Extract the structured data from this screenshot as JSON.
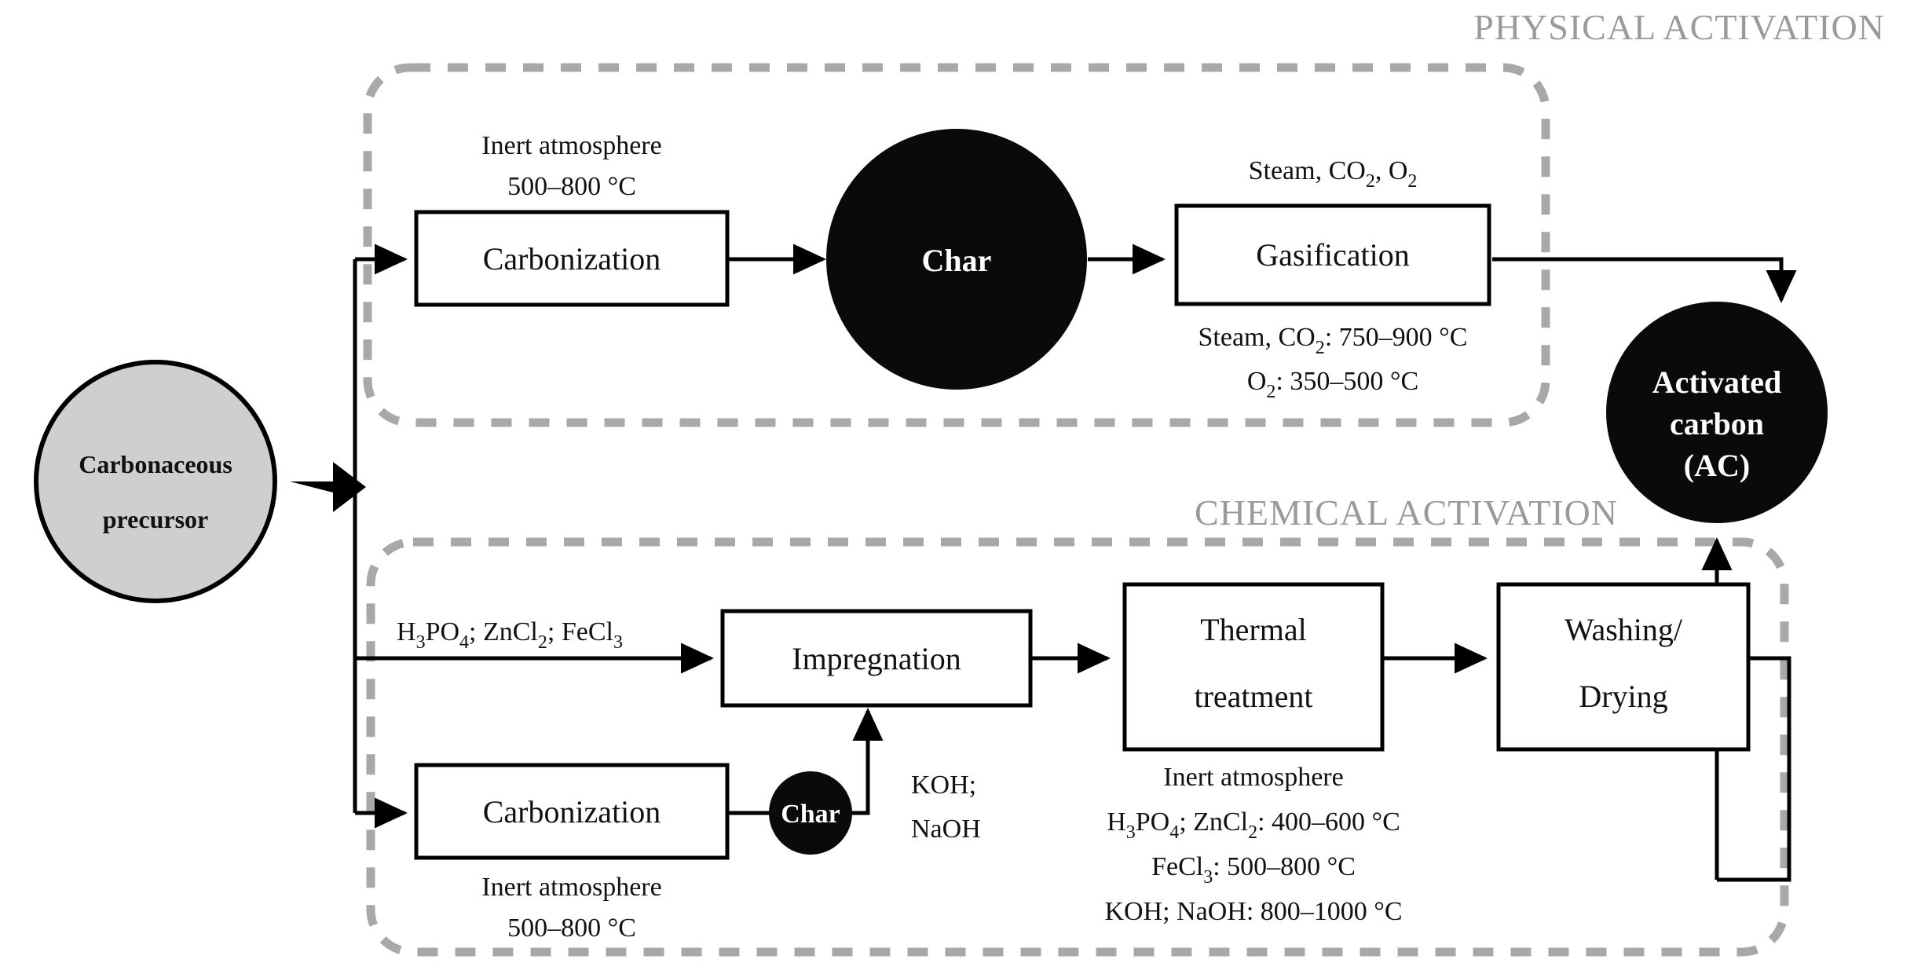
{
  "figure": {
    "kind": "process-flow-diagram",
    "title_physical": "PHYSICAL ACTIVATION",
    "title_chemical": "CHEMICAL ACTIVATION"
  },
  "colors": {
    "region_dash": "#a8a8a8",
    "precursor_fill": "#cfcfcf",
    "node_fill": "#0a0a0a",
    "line": "#000000",
    "title": "#9a9a9a"
  },
  "nodes": {
    "precursor": {
      "line1": "Carbonaceous",
      "line2": "precursor"
    },
    "carbonization_physical": {
      "label": "Carbonization"
    },
    "char_physical": {
      "label": "Char"
    },
    "gasification": {
      "label": "Gasification"
    },
    "carbonization_chemical": {
      "label": "Carbonization"
    },
    "char_chemical": {
      "label": "Char"
    },
    "impregnation": {
      "label": "Impregnation"
    },
    "thermal_treatment": {
      "line1": "Thermal",
      "line2": "treatment"
    },
    "washing_drying": {
      "line1": "Washing/",
      "line2": "Drying"
    },
    "activated_carbon": {
      "line1": "Activated",
      "line2": "carbon",
      "line3": "(AC)"
    }
  },
  "annotations": {
    "carbonization_physical_above": {
      "line1": "Inert atmosphere",
      "line2": "500–800 °C"
    },
    "gasification_above": {
      "parts": [
        {
          "t": "Steam, CO",
          "sub": false
        },
        {
          "t": "2",
          "sub": true
        },
        {
          "t": ", O",
          "sub": false
        },
        {
          "t": "2",
          "sub": true
        }
      ],
      "plain": "Steam, CO2, O2"
    },
    "gasification_below_line1": {
      "parts": [
        {
          "t": "Steam, CO",
          "sub": false
        },
        {
          "t": "2",
          "sub": true
        },
        {
          "t": ": 750–900 °C",
          "sub": false
        }
      ],
      "plain": "Steam, CO2: 750–900 °C"
    },
    "gasification_below_line2": {
      "parts": [
        {
          "t": "O",
          "sub": false
        },
        {
          "t": "2",
          "sub": true
        },
        {
          "t": ": 350–500 °C",
          "sub": false
        }
      ],
      "plain": "O2: 350–500 °C"
    },
    "impregnation_reagents": {
      "parts": [
        {
          "t": "H",
          "sub": false
        },
        {
          "t": "3",
          "sub": true
        },
        {
          "t": "PO",
          "sub": false
        },
        {
          "t": "4",
          "sub": true
        },
        {
          "t": "; ZnCl",
          "sub": false
        },
        {
          "t": "2",
          "sub": true
        },
        {
          "t": "; FeCl",
          "sub": false
        },
        {
          "t": "3",
          "sub": true
        }
      ],
      "plain": "H3PO4; ZnCl2; FeCl3"
    },
    "char_chemical_reagents": {
      "line1": "KOH;",
      "line2": "NaOH"
    },
    "carbonization_chemical_below": {
      "line1": "Inert atmosphere",
      "line2": "500–800 °C"
    },
    "thermal_treatment_below": {
      "line1": {
        "plain": "Inert atmosphere",
        "parts": [
          {
            "t": "Inert atmosphere",
            "sub": false
          }
        ]
      },
      "line2": {
        "plain": "H3PO4; ZnCl2: 400–600 °C",
        "parts": [
          {
            "t": "H",
            "sub": false
          },
          {
            "t": "3",
            "sub": true
          },
          {
            "t": "PO",
            "sub": false
          },
          {
            "t": "4",
            "sub": true
          },
          {
            "t": "; ZnCl",
            "sub": false
          },
          {
            "t": "2",
            "sub": true
          },
          {
            "t": ": 400–600 °C",
            "sub": false
          }
        ]
      },
      "line3": {
        "plain": "FeCl3: 500–800 °C",
        "parts": [
          {
            "t": "FeCl",
            "sub": false
          },
          {
            "t": "3",
            "sub": true
          },
          {
            "t": ": 500–800 °C",
            "sub": false
          }
        ]
      },
      "line4": {
        "plain": "KOH; NaOH: 800–1000 °C",
        "parts": [
          {
            "t": "KOH; NaOH: 800–1000 °C",
            "sub": false
          }
        ]
      }
    }
  }
}
